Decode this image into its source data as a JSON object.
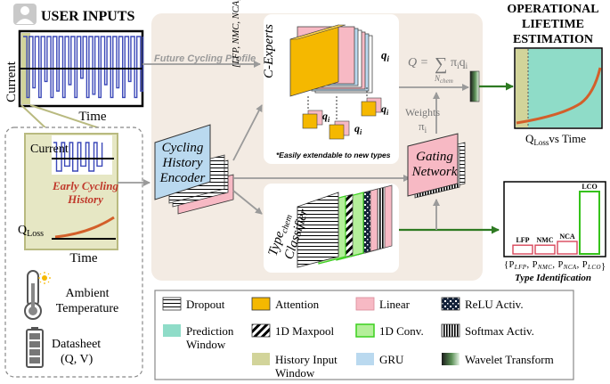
{
  "inputs": {
    "title": "USER INPUTS",
    "current_label": "Current",
    "time_label": "Time",
    "zoom_current_label": "Current",
    "early_cycling_line1": "Early Cycling",
    "early_cycling_line2": "History",
    "qloss_prefix": "Q",
    "qloss_sub": "Loss",
    "zoom_time_label": "Time",
    "ambient_line1": "Ambient",
    "ambient_line2": "Temperature",
    "datasheet_line1": "Datasheet",
    "datasheet_line2": "(Q, V)"
  },
  "model": {
    "future_profile": "Future Cycling Profile",
    "encoder_line1": "Cycling",
    "encoder_line2": "History",
    "encoder_line3": "Encoder",
    "experts_title": "C-Experts",
    "experts_types": "[LFP, NMC, NCA, LCO]",
    "expert_output": "q",
    "expert_output_sub": "i",
    "extendable_note": "*Easily extendable to new types",
    "classifier_line1_prefix": "Type",
    "classifier_line1_sub": "chem",
    "classifier_line2": "Classifier",
    "formula_lhs": "Q =",
    "formula_sigma": "∑",
    "formula_sum_sub": "N",
    "formula_sum_sub2": "chem",
    "formula_term": "π",
    "formula_term_sub1": "i",
    "formula_term2": "q",
    "formula_term_sub2": "i",
    "weights_label": "Weights",
    "weights_symbol": "π",
    "weights_sub": "i",
    "gating_line1": "Gating",
    "gating_line2": "Network"
  },
  "output": {
    "title_line1": "OPERATIONAL",
    "title_line2": "LIFETIME",
    "title_line3": "ESTIMATION",
    "chart_label_prefix": "Q",
    "chart_label_sub": "Loss",
    "chart_label_suffix": "vs Time"
  },
  "type_id": {
    "title": "Type Identification",
    "brace_open": "{",
    "brace_close": "}",
    "p_symbol": "P",
    "separator": ",",
    "bars": [
      {
        "label": "LFP",
        "sub": "LFP",
        "level": 0.14
      },
      {
        "label": "NMC",
        "sub": "NMC",
        "level": 0.14
      },
      {
        "label": "NCA",
        "sub": "NCA",
        "level": 0.2
      },
      {
        "label": "LCO",
        "sub": "LCO",
        "level": 1.0
      }
    ]
  },
  "legend": {
    "items": [
      {
        "label": "Dropout",
        "swatch": "dropout"
      },
      {
        "label": "Attention",
        "swatch": "attention"
      },
      {
        "label": "Linear",
        "swatch": "linear"
      },
      {
        "label": "ReLU Activ.",
        "swatch": "relu"
      },
      {
        "label": "Prediction Window",
        "swatch": "prediction"
      },
      {
        "label": "1D Maxpool",
        "swatch": "maxpool"
      },
      {
        "label": "1D Conv.",
        "swatch": "conv"
      },
      {
        "label": "Softmax Activ.",
        "swatch": "softmax"
      },
      {
        "label": "History Input Window",
        "swatch": "history"
      },
      {
        "label": "GRU",
        "swatch": "gru"
      },
      {
        "label": "Wavelet Transform",
        "swatch": "wavelet"
      }
    ]
  },
  "colors": {
    "attention": "#f5b800",
    "linear": "#f7b9c4",
    "gru": "#bad9ef",
    "conv": "#b4ef9a",
    "conv_border": "#3bd11e",
    "prediction": "#8fdcc8",
    "history": "#d2d49a",
    "model_bg": "#f3ebe3",
    "current_signal": "#3b48b8",
    "early_text": "#c0392b",
    "curve": "#d35f2a",
    "arrow_gray": "#999999",
    "arrow_green": "#2e7a22",
    "lco_border": "#35c21a",
    "bar_border": "#d9475a"
  }
}
